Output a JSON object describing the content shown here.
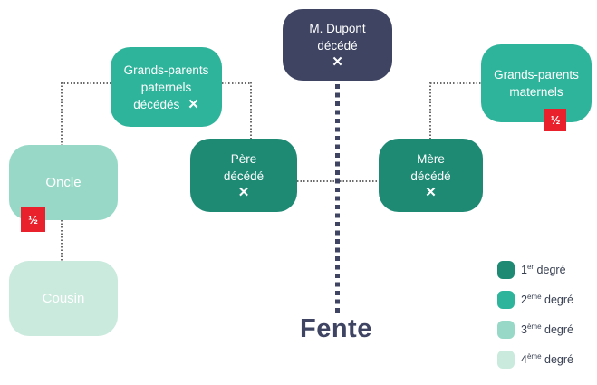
{
  "palette": {
    "navy": "#3e4462",
    "degree1": "#1e8a74",
    "degree2": "#2eb49b",
    "degree3": "#97d9c6",
    "degree4": "#c9eadd",
    "red": "#e8212d"
  },
  "nodes": {
    "dupont": {
      "line1": "M. Dupont",
      "line2": "décédé",
      "mark": "✕"
    },
    "gp_paternels": {
      "line1": "Grands-parents",
      "line2": "paternels",
      "line3": "décédés",
      "mark": "✕"
    },
    "gp_maternels": {
      "line1": "Grands-parents",
      "line2": "maternels",
      "badge": "½"
    },
    "pere": {
      "line1": "Père",
      "line2": "décédé",
      "mark": "✕"
    },
    "mere": {
      "line1": "Mère",
      "line2": "décédé",
      "mark": "✕"
    },
    "oncle": {
      "label": "Oncle",
      "badge": "½"
    },
    "cousin": {
      "label": "Cousin"
    }
  },
  "fente_label": "Fente",
  "legend": {
    "items": [
      {
        "num": "1",
        "sup": "er",
        "suffix": " degré",
        "color": "#1e8a74"
      },
      {
        "num": "2",
        "sup": "ème",
        "suffix": " degré",
        "color": "#2eb49b"
      },
      {
        "num": "3",
        "sup": "ème",
        "suffix": " degré",
        "color": "#97d9c6"
      },
      {
        "num": "4",
        "sup": "ème",
        "suffix": " degré",
        "color": "#c9eadd"
      }
    ]
  }
}
